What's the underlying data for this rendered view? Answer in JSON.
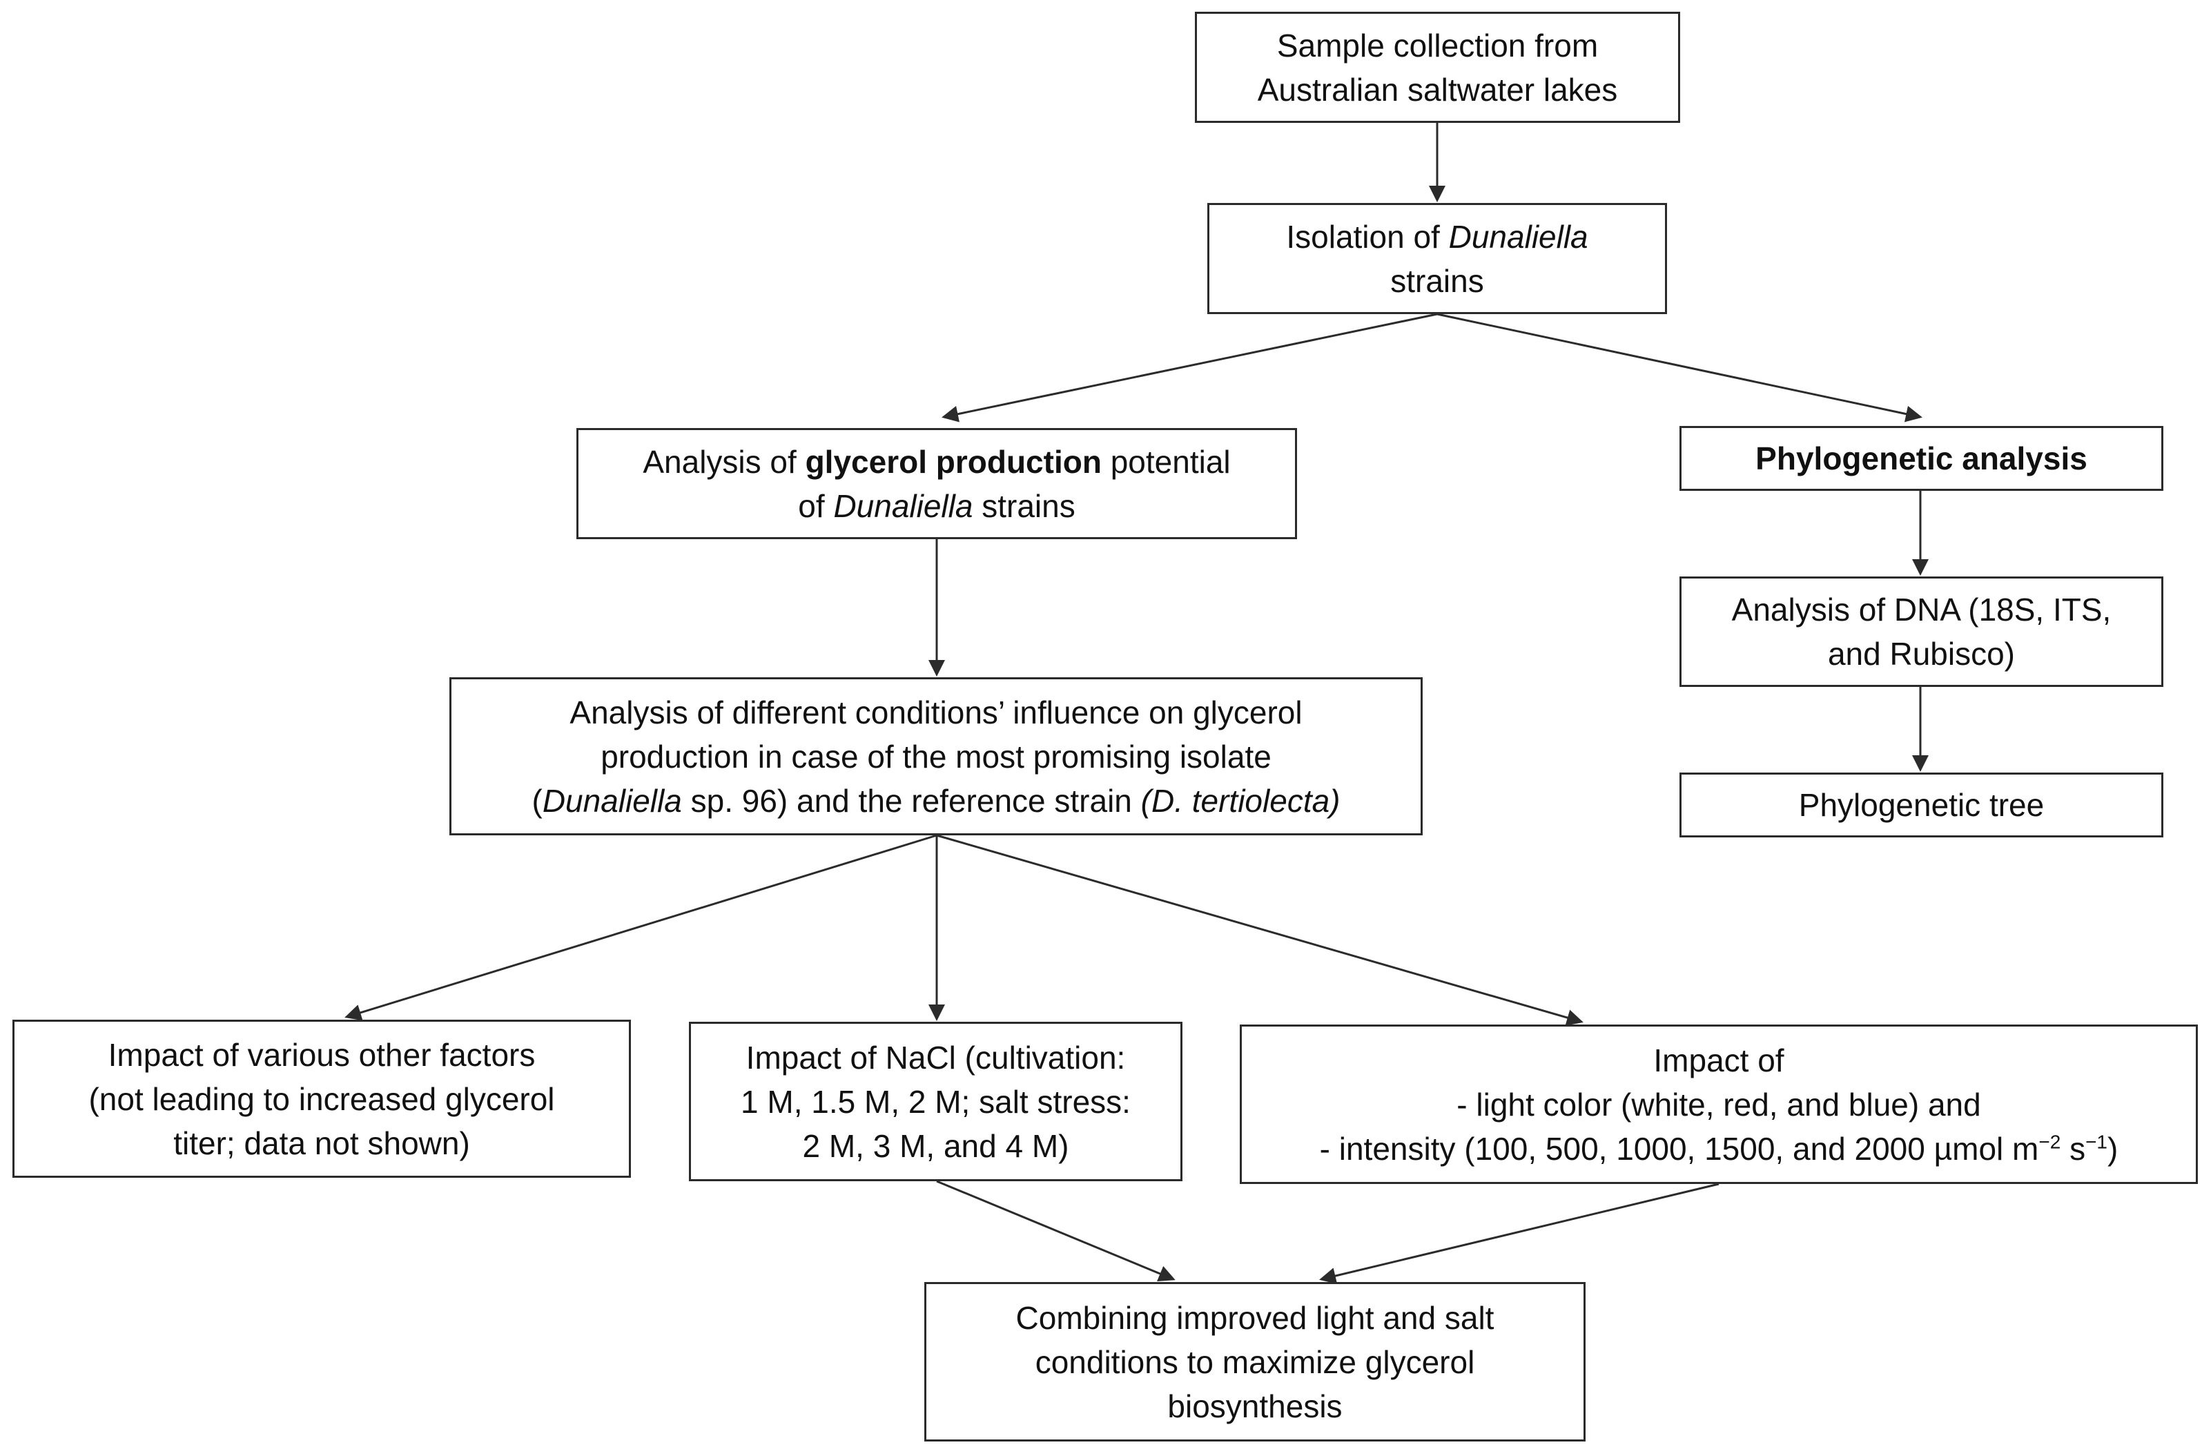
{
  "nodes": {
    "sample_collection": {
      "line1": "Sample collection from",
      "line2": "Australian saltwater lakes"
    },
    "isolation": {
      "line1_pre": "Isolation of ",
      "line1_italic": "Dunaliella",
      "line2": "strains"
    },
    "glycerol_potential": {
      "line1_pre": "Analysis of ",
      "line1_bold": "glycerol production",
      "line1_post": " potential",
      "line2_pre": "of ",
      "line2_italic": "Dunaliella",
      "line2_post": " strains"
    },
    "phylogenetic_analysis": {
      "label": "Phylogenetic analysis"
    },
    "dna_analysis": {
      "line1": "Analysis of DNA (18S, ITS,",
      "line2": "and Rubisco)"
    },
    "phylogenetic_tree": {
      "label": "Phylogenetic tree"
    },
    "conditions": {
      "line1": "Analysis of different conditions’ influence on glycerol",
      "line2": "production in case of the most promising isolate",
      "line3_open": "(",
      "line3_italic1": "Dunaliella",
      "line3_mid": " sp. 96) and the reference strain ",
      "line3_italic2": "(D. tertiolecta)"
    },
    "other_factors": {
      "line1": "Impact of various other factors",
      "line2": "(not leading to increased glycerol",
      "line3": "titer; data not shown)"
    },
    "nacl": {
      "line1": "Impact of NaCl (cultivation:",
      "line2": "1 M, 1.5 M, 2 M; salt stress:",
      "line3": "2 M, 3 M, and 4 M)"
    },
    "light": {
      "line1": "Impact of",
      "line2": "- light color (white, red, and blue) and",
      "line3_pre": "- intensity (100, 500, 1000, 1500, and 2000 µmol m",
      "line3_sup1": "−2",
      "line3_mid": " s",
      "line3_sup2": "−1",
      "line3_post": ")"
    },
    "combining": {
      "line1": "Combining improved light and salt",
      "line2": "conditions to maximize glycerol",
      "line3": "biosynthesis"
    }
  },
  "colors": {
    "stroke": "#2b2b2b",
    "text": "#111111",
    "background": "#ffffff"
  }
}
